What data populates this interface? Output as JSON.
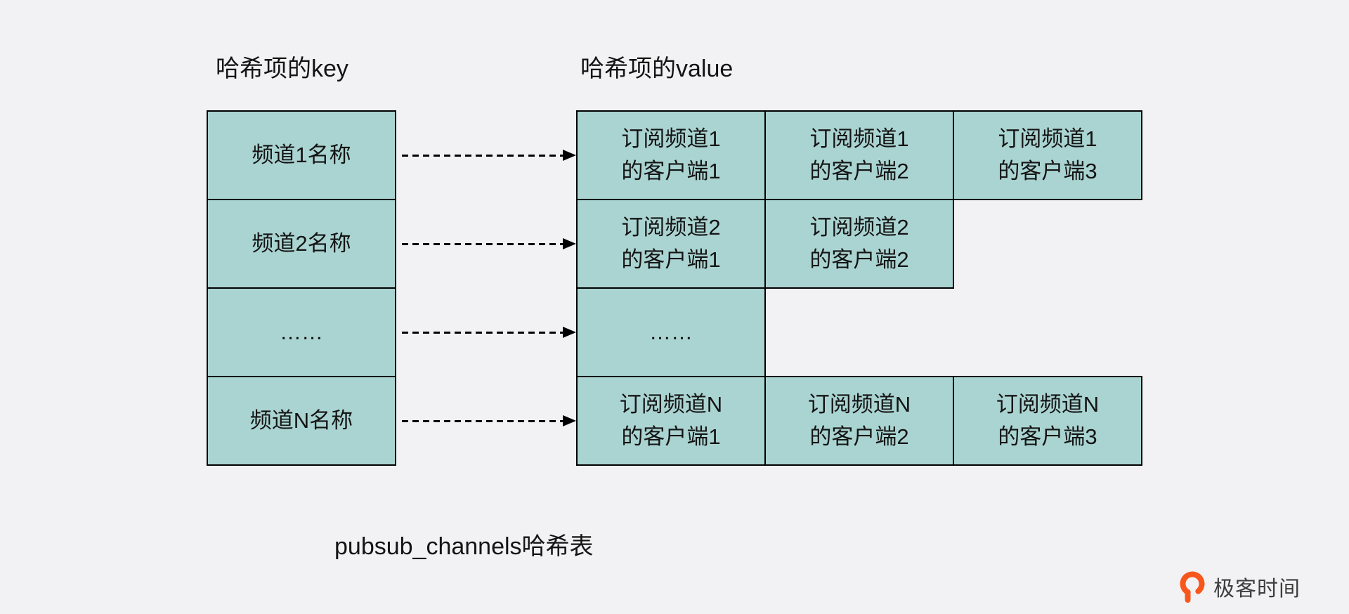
{
  "headers": {
    "key": "哈希项的key",
    "value": "哈希项的value"
  },
  "key_column": {
    "items": [
      "频道1名称",
      "频道2名称",
      "……",
      "频道N名称"
    ]
  },
  "value_grid": {
    "rows": [
      [
        "订阅频道1\n的客户端1",
        "订阅频道1\n的客户端2",
        "订阅频道1\n的客户端3"
      ],
      [
        "订阅频道2\n的客户端1",
        "订阅频道2\n的客户端2"
      ],
      [
        "……"
      ],
      [
        "订阅频道N\n的客户端1",
        "订阅频道N\n的客户端2",
        "订阅频道N\n的客户端3"
      ]
    ]
  },
  "caption": "pubsub_channels哈希表",
  "branding": {
    "logo_text": "极客时间"
  },
  "colors": {
    "bg": "#f2f2f4",
    "box_fill": "#aad4d2",
    "box_border": "#000000",
    "logo": "#f8571c"
  }
}
